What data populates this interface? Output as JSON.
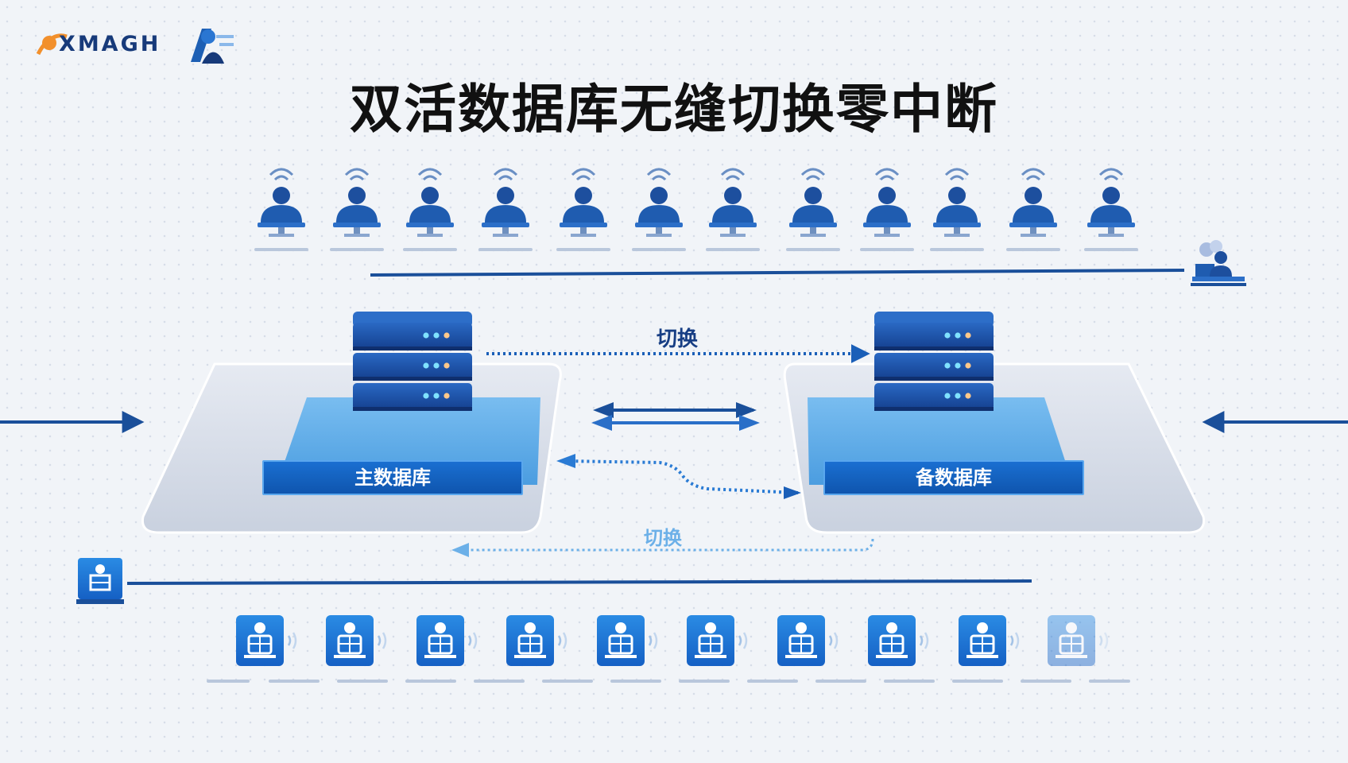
{
  "brand": {
    "logo_text": "XMAGH"
  },
  "title": "双活数据库无缝切换零中断",
  "primary_db": {
    "label": "主数据库"
  },
  "backup_db": {
    "label": "备数据库"
  },
  "switch_labels": {
    "top": "切换",
    "bottom": "切换"
  },
  "colors": {
    "accent": "#0f55ae",
    "line": "#1a4f9a",
    "light": "#6cb0e8"
  },
  "icons": {
    "top_users": "user-at-computer-icon",
    "bottom_terminals": "terminal-user-icon",
    "top_right": "admin-desk-icon",
    "bottom_left": "terminal-user-icon",
    "server": "server-stack-icon"
  }
}
